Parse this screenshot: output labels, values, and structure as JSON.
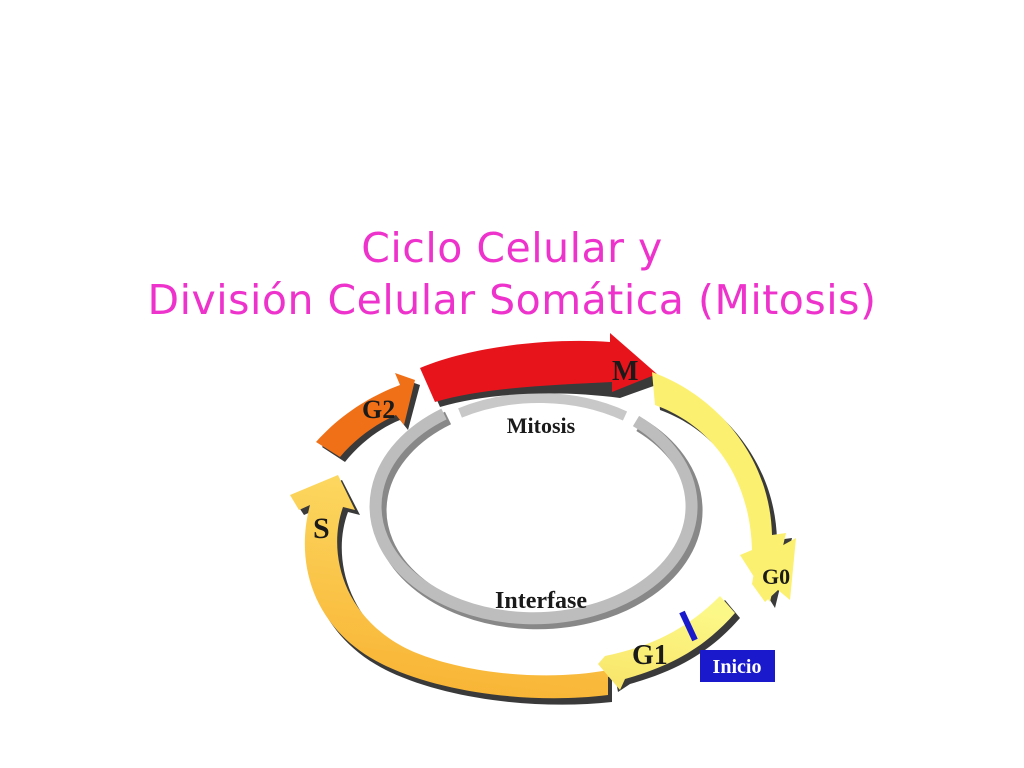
{
  "title": {
    "line1": "Ciclo Celular y",
    "line2": "División Celular Somática (Mitosis)"
  },
  "diagram": {
    "center_labels": {
      "top": "Mitosis",
      "bottom": "Interfase"
    },
    "phases": [
      {
        "label": "M",
        "color": "#e8141c"
      },
      {
        "label": "G2",
        "color": "#f07018"
      },
      {
        "label": "S",
        "color": "#f8c040"
      },
      {
        "label": "G1",
        "color": "#fcf070"
      },
      {
        "label": "G0",
        "color": "#fcf070"
      }
    ],
    "checkpoint": {
      "label": "Inicio",
      "color": "#1a1acc"
    }
  }
}
